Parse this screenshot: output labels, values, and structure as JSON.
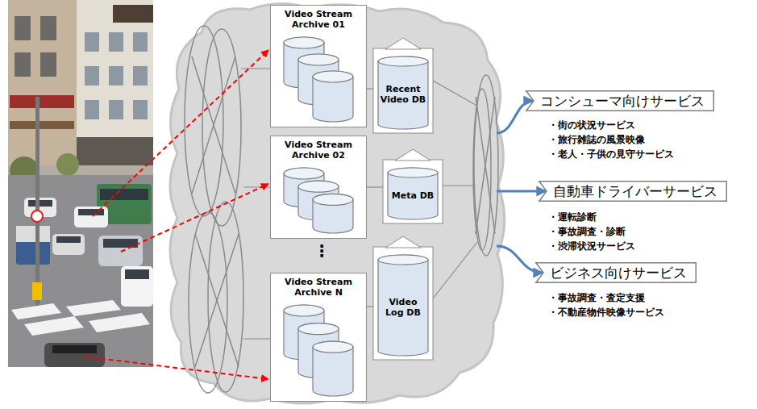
{
  "diagram": {
    "nodes": [
      {
        "text": []
      },
      {
        "text": [
          "Video Stream Archive 01"
        ],
        "in": 0
      },
      {
        "text": [
          "Video Stream Archive 02"
        ],
        "in": 0
      },
      {
        "text": [
          "Video Stream Archive N"
        ],
        "in": 0
      },
      {
        "text": [
          "Recent Video DB"
        ],
        "in": 0
      },
      {
        "text": [
          "Meta DB"
        ],
        "in": 0
      },
      {
        "text": [
          "Video Log DB"
        ],
        "in": 0
      },
      {
        "text": [
          "コンシューマ向けサービス"
        ]
      },
      {
        "text": [
          "自動車ドライバーサービス"
        ]
      },
      {
        "text": [
          "ビジネス向けサービス"
        ]
      }
    ],
    "edges": [
      {
        "from": 0,
        "to": 7,
        "arrow": "to"
      },
      {
        "from": 0,
        "to": 8,
        "arrow": "to"
      },
      {
        "from": 0,
        "to": 9,
        "arrow": "to"
      }
    ],
    "labels": [
      "⋮",
      "・街の状況サービス",
      "・旅行雑誌の風景映像",
      "・老人・子供の見守サービス",
      "・運転診断",
      "・事故調査・診断",
      "・渋滞状況サービス",
      "・事故調査・査定支援",
      "・不動産物件映像サービス"
    ]
  }
}
